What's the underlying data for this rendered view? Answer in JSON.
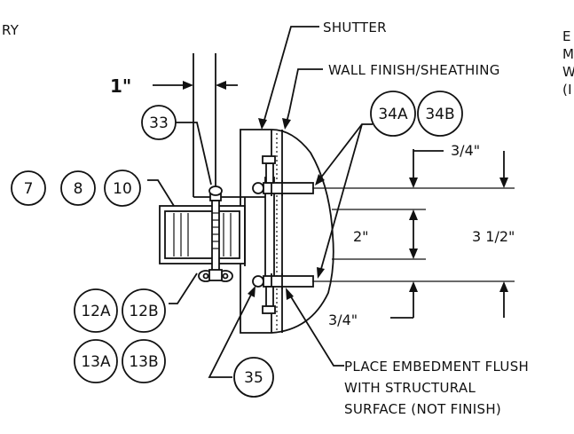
{
  "fragments": {
    "top_left": "RY",
    "right_col": [
      "E",
      "M",
      "W",
      "(I"
    ]
  },
  "labels": {
    "shutter": "SHUTTER",
    "wall_finish": "WALL FINISH/SHEATHING",
    "embedment_line1": "PLACE EMBEDMENT FLUSH",
    "embedment_line2": "WITH STRUCTURAL",
    "embedment_line3": "SURFACE (NOT FINISH)"
  },
  "dimensions": {
    "one_inch": "1\"",
    "three_quarter_top": "3/4\"",
    "two_inch": "2\"",
    "three_half": "3 1/2\"",
    "three_quarter_bottom": "3/4\""
  },
  "callouts": {
    "c33": "33",
    "c7": "7",
    "c8": "8",
    "c10": "10",
    "c34a": "34A",
    "c34b": "34B",
    "c12a": "12A",
    "c12b": "12B",
    "c13a": "13A",
    "c13b": "13B",
    "c35": "35"
  }
}
